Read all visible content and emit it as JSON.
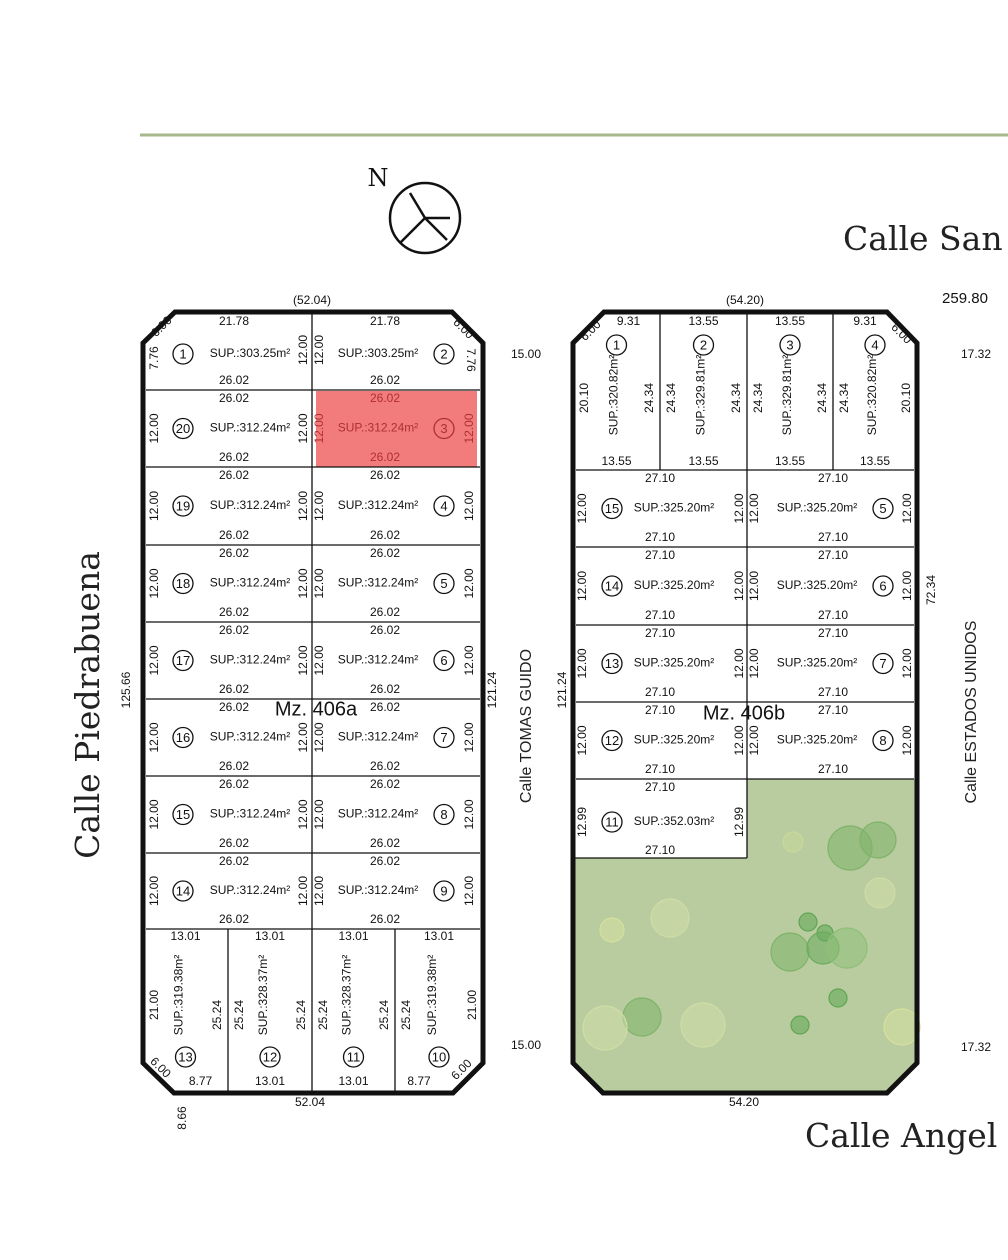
{
  "compass": {
    "label": "N"
  },
  "streets": {
    "top": "Calle San",
    "bottom": "Calle Angel",
    "left": "Calle Piedrabuena",
    "middle": "Calle  TOMAS GUIDO",
    "right": "Calle ESTADOS UNIDOS"
  },
  "outer_dims": {
    "total": "259.80",
    "right_top": "17.32",
    "right_bottom": "17.32",
    "mid_top": "15.00",
    "mid_bottom": "15.00",
    "left_bottom": "8.66"
  },
  "colors": {
    "highlight": "#f27b7b",
    "green_area": "#b9cc9f",
    "rule": "#a7b98c"
  },
  "left_block": {
    "label": "Mz. 406a",
    "top_dim": "(52.04)",
    "bottom_dim": "52.04",
    "left_dim": "125.66",
    "right_dim": "121.24",
    "highlighted_lot": "3",
    "top_lots": [
      {
        "num": "1",
        "sup": "SUP.:303.25m²",
        "top": "21.78",
        "bottom": "26.02",
        "outer": "7.76",
        "inner": "12.00",
        "chamfer": "6.00"
      },
      {
        "num": "2",
        "sup": "SUP.:303.25m²",
        "top": "21.78",
        "bottom": "26.02",
        "outer": "7.76",
        "inner": "12.00",
        "chamfer": "6.00"
      }
    ],
    "rows": [
      {
        "left": {
          "num": "20",
          "sup": "SUP.:312.24m²",
          "top": "26.02",
          "bottom": "26.02",
          "side": "12.00"
        },
        "right": {
          "num": "3",
          "sup": "SUP.:312.24m²",
          "top": "26.02",
          "bottom": "26.02",
          "side": "12.00"
        }
      },
      {
        "left": {
          "num": "19",
          "sup": "SUP.:312.24m²",
          "top": "26.02",
          "bottom": "26.02",
          "side": "12.00"
        },
        "right": {
          "num": "4",
          "sup": "SUP.:312.24m²",
          "top": "26.02",
          "bottom": "26.02",
          "side": "12.00"
        }
      },
      {
        "left": {
          "num": "18",
          "sup": "SUP.:312.24m²",
          "top": "26.02",
          "bottom": "26.02",
          "side": "12.00"
        },
        "right": {
          "num": "5",
          "sup": "SUP.:312.24m²",
          "top": "26.02",
          "bottom": "26.02",
          "side": "12.00"
        }
      },
      {
        "left": {
          "num": "17",
          "sup": "SUP.:312.24m²",
          "top": "26.02",
          "bottom": "26.02",
          "side": "12.00"
        },
        "right": {
          "num": "6",
          "sup": "SUP.:312.24m²",
          "top": "26.02",
          "bottom": "26.02",
          "side": "12.00"
        }
      },
      {
        "left": {
          "num": "16",
          "sup": "SUP.:312.24m²",
          "top": "26.02",
          "bottom": "26.02",
          "side": "12.00"
        },
        "right": {
          "num": "7",
          "sup": "SUP.:312.24m²",
          "top": "26.02",
          "bottom": "26.02",
          "side": "12.00"
        }
      },
      {
        "left": {
          "num": "15",
          "sup": "SUP.:312.24m²",
          "top": "26.02",
          "bottom": "26.02",
          "side": "12.00"
        },
        "right": {
          "num": "8",
          "sup": "SUP.:312.24m²",
          "top": "26.02",
          "bottom": "26.02",
          "side": "12.00"
        }
      },
      {
        "left": {
          "num": "14",
          "sup": "SUP.:312.24m²",
          "top": "26.02",
          "bottom": "26.02",
          "side": "12.00"
        },
        "right": {
          "num": "9",
          "sup": "SUP.:312.24m²",
          "top": "26.02",
          "bottom": "26.02",
          "side": "12.00"
        }
      }
    ],
    "bottom_lots": [
      {
        "num": "13",
        "sup": "SUP.:319.38m²",
        "top": "13.01",
        "bottom": "8.77",
        "left": "21.00",
        "right": "25.24",
        "chamfer": "6.00"
      },
      {
        "num": "12",
        "sup": "SUP.:328.37m²",
        "top": "13.01",
        "bottom": "13.01",
        "left": "25.24",
        "right": "25.24"
      },
      {
        "num": "11",
        "sup": "SUP.:328.37m²",
        "top": "13.01",
        "bottom": "13.01",
        "left": "25.24",
        "right": "25.24"
      },
      {
        "num": "10",
        "sup": "SUP.:319.38m²",
        "top": "13.01",
        "bottom": "8.77",
        "left": "25.24",
        "right": "21.00",
        "chamfer": "6.00"
      }
    ]
  },
  "right_block": {
    "label": "Mz. 406b",
    "top_dim": "(54.20)",
    "bottom_dim": "54.20",
    "left_dim": "121.24",
    "right_dim": "72.34",
    "top_lots": [
      {
        "num": "1",
        "sup": "SUP.:320.82m²",
        "top": "9.31",
        "bottom": "13.55",
        "left": "20.10",
        "right": "24.34",
        "chamfer": "6.00"
      },
      {
        "num": "2",
        "sup": "SUP.:329.81m²",
        "top": "13.55",
        "bottom": "13.55",
        "left": "24.34",
        "right": "24.34"
      },
      {
        "num": "3",
        "sup": "SUP.:329.81m²",
        "top": "13.55",
        "bottom": "13.55",
        "left": "24.34",
        "right": "24.34"
      },
      {
        "num": "4",
        "sup": "SUP.:320.82m²",
        "top": "9.31",
        "bottom": "13.55",
        "left": "24.34",
        "right": "20.10",
        "chamfer": "6.00"
      }
    ],
    "rows": [
      {
        "left": {
          "num": "15",
          "sup": "SUP.:325.20m²",
          "top": "27.10",
          "bottom": "27.10",
          "side": "12.00"
        },
        "right": {
          "num": "5",
          "sup": "SUP.:325.20m²",
          "top": "27.10",
          "bottom": "27.10",
          "side": "12.00"
        }
      },
      {
        "left": {
          "num": "14",
          "sup": "SUP.:325.20m²",
          "top": "27.10",
          "bottom": "27.10",
          "side": "12.00"
        },
        "right": {
          "num": "6",
          "sup": "SUP.:325.20m²",
          "top": "27.10",
          "bottom": "27.10",
          "side": "12.00"
        }
      },
      {
        "left": {
          "num": "13",
          "sup": "SUP.:325.20m²",
          "top": "27.10",
          "bottom": "27.10",
          "side": "12.00"
        },
        "right": {
          "num": "7",
          "sup": "SUP.:325.20m²",
          "top": "27.10",
          "bottom": "27.10",
          "side": "12.00"
        }
      },
      {
        "left": {
          "num": "12",
          "sup": "SUP.:325.20m²",
          "top": "27.10",
          "bottom": "27.10",
          "side": "12.00"
        },
        "right": {
          "num": "8",
          "sup": "SUP.:325.20m²",
          "top": "27.10",
          "bottom": "27.10",
          "side": "12.00"
        }
      }
    ],
    "corner_lot": {
      "num": "11",
      "sup": "SUP.:352.03m²",
      "top": "27.10",
      "bottom": "27.10",
      "side": "12.99"
    }
  }
}
